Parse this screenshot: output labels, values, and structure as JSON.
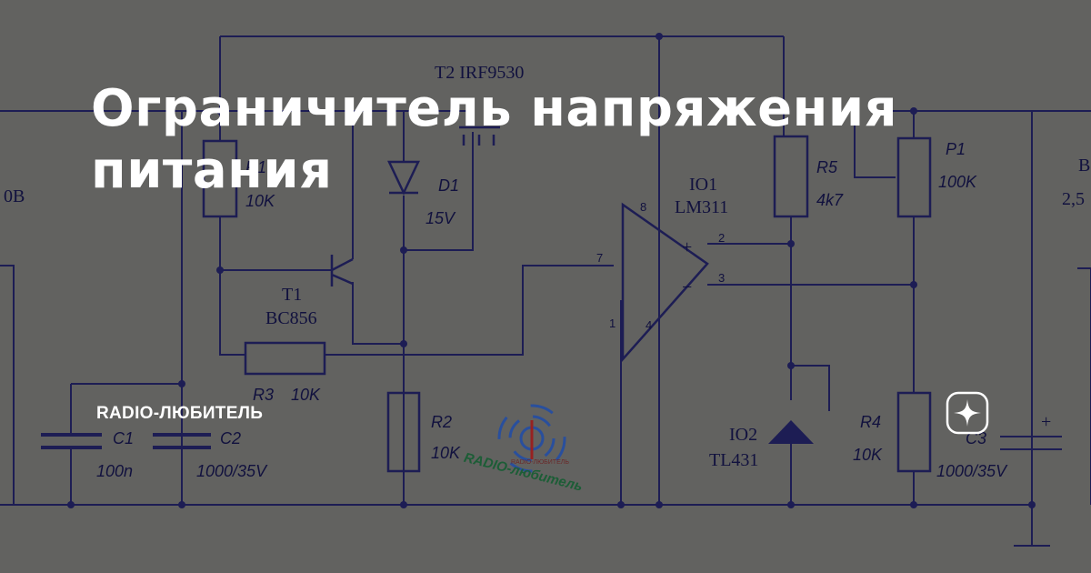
{
  "title": "Ограничитель напряжения питания",
  "source": "RADIO-ЛЮБИТЕЛЬ",
  "colors": {
    "background": "#6f6f6d",
    "wire": "#1b1b5e",
    "title": "#ffffff"
  },
  "icons": {
    "badge": "sparkle-icon"
  },
  "schematic": {
    "edge_left": "0B",
    "edge_right_top": "B",
    "edge_right_mid": "2,5",
    "t2": "T2 IRF9530",
    "r1_name": "R1",
    "r1_val": "10K",
    "d1_name": "D1",
    "d1_val": "15V",
    "t1_name": "T1",
    "t1_type": "BC856",
    "r3_name": "R3",
    "r3_val": "10K",
    "c1_name": "C1",
    "c1_val": "100n",
    "c2_name": "C2",
    "c2_val": "1000/35V",
    "r2_name": "R2",
    "r2_val": "10K",
    "io1_name": "IO1",
    "io1_type": "LM311",
    "pin_8": "8",
    "pin_7": "7",
    "pin_2": "2",
    "pin_3": "3",
    "pin_1": "1",
    "pin_4": "4",
    "plus_sign": "+",
    "minus_sign": "−",
    "r5_name": "R5",
    "r5_val": "4k7",
    "p1_name": "P1",
    "p1_val": "100K",
    "io2_name": "IO2",
    "io2_type": "TL431",
    "r4_name": "R4",
    "r4_val": "10K",
    "c3_name": "C3",
    "c3_val": "1000/35V",
    "c3_plus": "+",
    "logo_text": "RADIO-любитель",
    "logo_small": "RADIO-ЛЮБИТЕЛЬ"
  }
}
